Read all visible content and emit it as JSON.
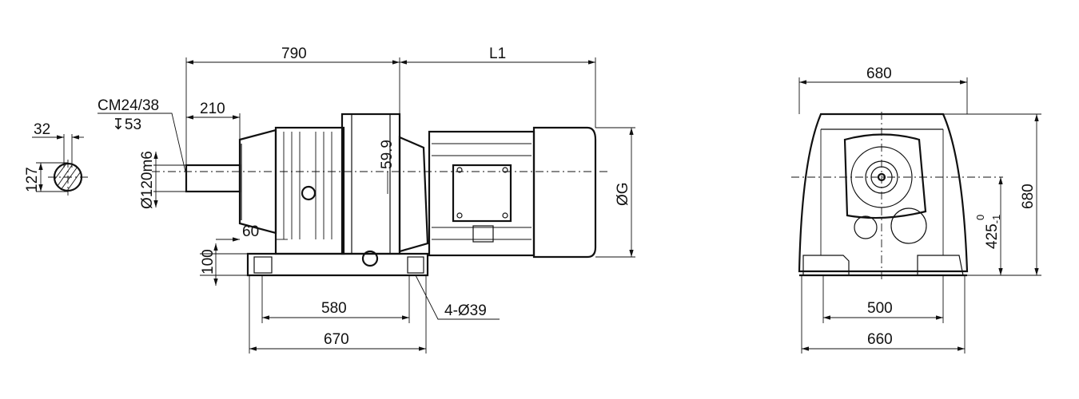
{
  "drawing": {
    "section": {
      "key_width": "32",
      "shaft_height": "127"
    },
    "side_view": {
      "thread_note": "CM24/38",
      "thread_depth": "↧53",
      "shaft_diameter": "Ø120m6",
      "total_length_gear": "790",
      "motor_length": "L1",
      "shaft_length": "210",
      "offset": "59.9",
      "motor_diameter": "ØG",
      "foot_offset": "60",
      "foot_height": "100",
      "hole_spacing": "580",
      "foot_length": "670",
      "holes": "4-Ø39"
    },
    "end_view": {
      "width_top": "680",
      "height": "680",
      "center_height": "425",
      "center_tol_upper": "0",
      "center_tol_lower": "-1",
      "hole_spacing": "500",
      "foot_width": "660"
    }
  }
}
